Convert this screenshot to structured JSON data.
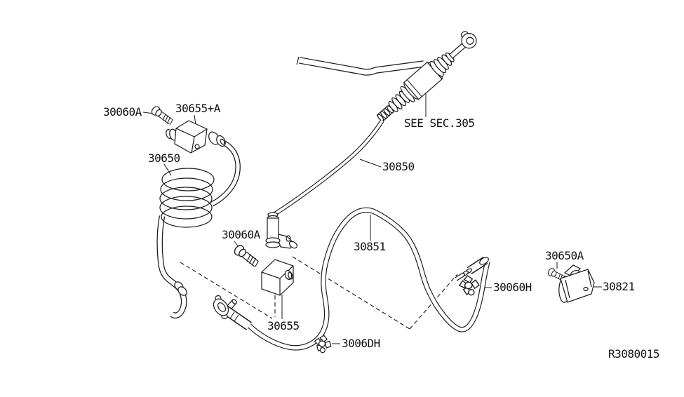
{
  "diagram": {
    "ref_code": "R3080015",
    "section_note": "SEE SEC.305",
    "background_color": "#ffffff",
    "line_color": "#1a1a1a",
    "labels": {
      "bolt_top": "30060A",
      "damper_assy": "30655+A",
      "coil_tube": "30650",
      "pipe_upper": "30850",
      "bolt_mid": "30060A",
      "hose_lower": "30851",
      "damper": "30655",
      "clip_bottom": "3006DH",
      "clip_right": "30060H",
      "bolt_right": "30650A",
      "bracket": "30821"
    }
  }
}
